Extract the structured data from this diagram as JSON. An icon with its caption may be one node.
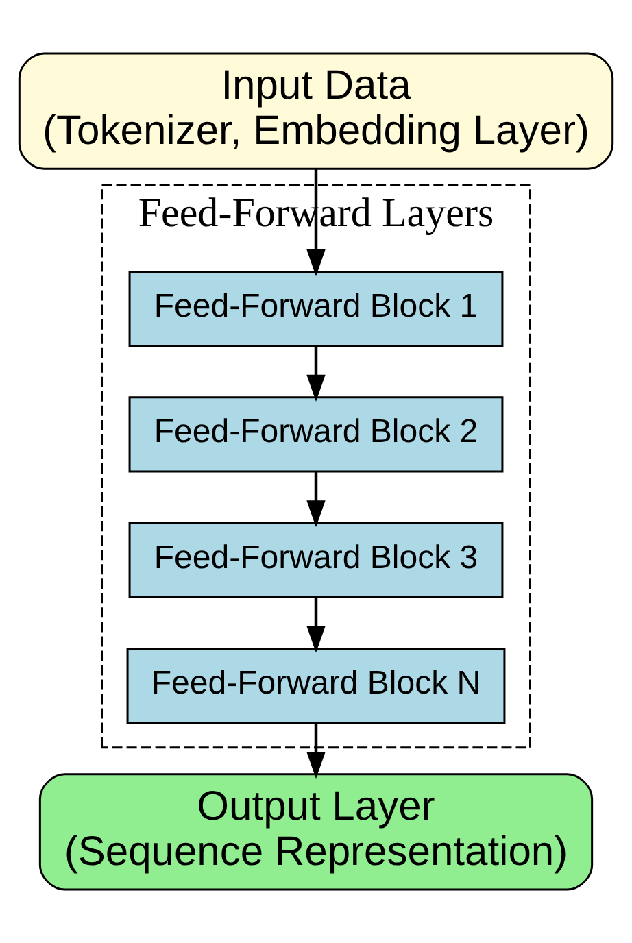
{
  "diagram": {
    "nodes": [
      {
        "text": [
          "Input Data",
          "(Tokenizer, Embedding Layer)"
        ]
      },
      {
        "text": [
          "Feed-Forward Layers"
        ]
      },
      {
        "text": [
          "Feed-Forward Block 1"
        ],
        "in": 1
      },
      {
        "text": [
          "Feed-Forward Block 2"
        ],
        "in": 1
      },
      {
        "text": [
          "Feed-Forward Block 3"
        ],
        "in": 1
      },
      {
        "text": [
          "Feed-Forward Block N"
        ],
        "in": 1
      },
      {
        "text": [
          "Output Layer",
          "(Sequence Representation)"
        ]
      }
    ],
    "edges": [
      {
        "from": 0,
        "to": 2,
        "arrow": "to"
      },
      {
        "from": 2,
        "to": 3,
        "arrow": "to"
      },
      {
        "from": 3,
        "to": 4,
        "arrow": "to"
      },
      {
        "from": 4,
        "to": 5,
        "arrow": "to"
      },
      {
        "from": 5,
        "to": 6,
        "arrow": "to"
      }
    ]
  }
}
